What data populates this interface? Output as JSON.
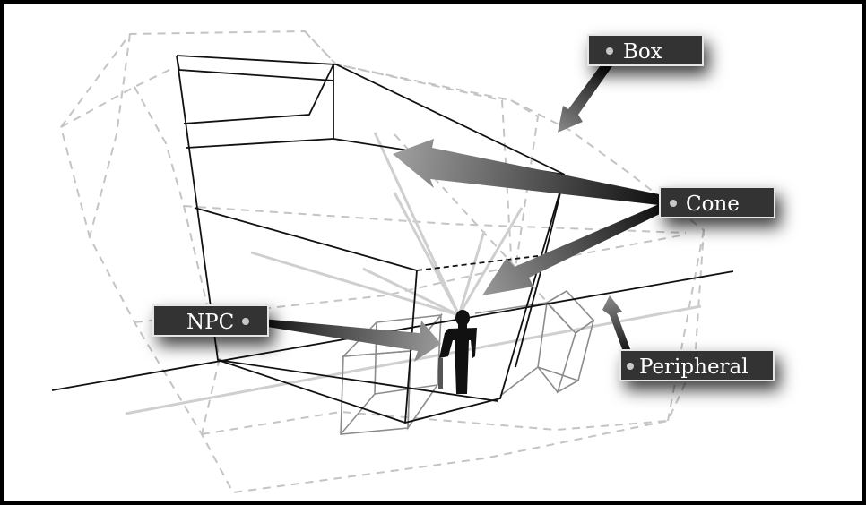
{
  "labels": {
    "box": "Box",
    "cone": "Cone",
    "npc": "NPC",
    "peripheral": "Peripheral"
  },
  "colors": {
    "background": "#ffffff",
    "frame": "#000000",
    "label_fill": "#333333",
    "label_border": "#e6e6e6",
    "dashed_hull": "#c4c4c4",
    "peripheral_box": "#8c8c8c",
    "arrow_dark": "#111111",
    "arrow_light": "#9a9a9a"
  },
  "icons": {
    "npc": "person-silhouette-icon"
  }
}
